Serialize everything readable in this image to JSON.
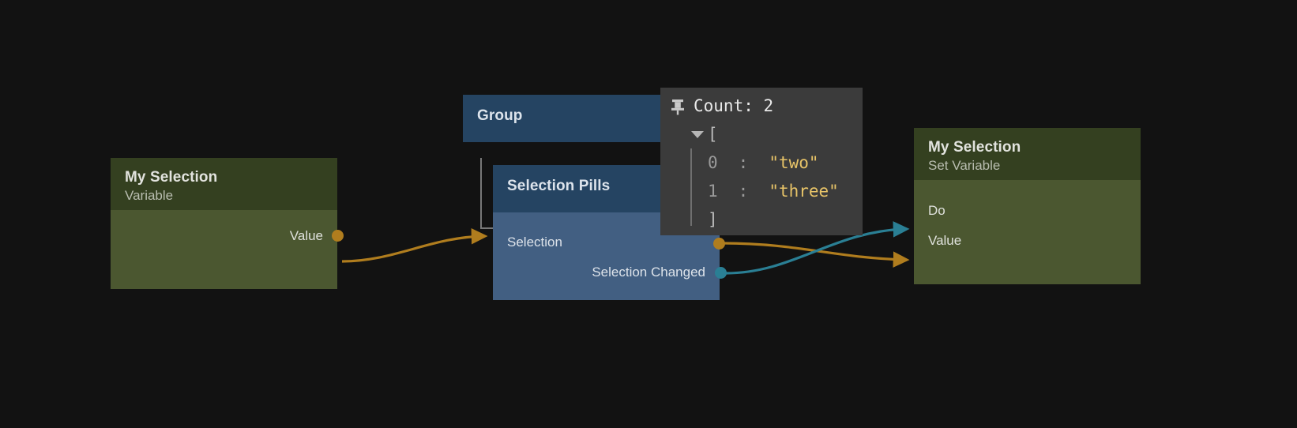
{
  "canvas": {
    "background": "#121212"
  },
  "nodes": {
    "variable": {
      "title": "My Selection",
      "subtitle": "Variable",
      "ports": [
        {
          "name": "Value",
          "label": "Value",
          "direction": "output",
          "type": "data",
          "color": "#b07d1e"
        }
      ]
    },
    "group": {
      "title": "Group"
    },
    "selection_pills": {
      "title": "Selection Pills",
      "ports": [
        {
          "name": "Selection",
          "label": "Selection",
          "direction": "input",
          "type": "data",
          "color": "#b07d1e"
        },
        {
          "name": "Selection Changed",
          "label": "Selection Changed",
          "direction": "output",
          "type": "event",
          "color": "#2a7f94"
        }
      ]
    },
    "set_variable": {
      "title": "My Selection",
      "subtitle": "Set Variable",
      "ports": [
        {
          "name": "Do",
          "label": "Do",
          "direction": "input",
          "type": "event",
          "color": "#2a7f94"
        },
        {
          "name": "Value",
          "label": "Value",
          "direction": "input",
          "type": "data",
          "color": "#b07d1e"
        }
      ]
    }
  },
  "inspector": {
    "pin_icon": "pin-icon",
    "count_label": "Count: 2",
    "count": 2,
    "expanded": true,
    "open_bracket": "[",
    "close_bracket": "]",
    "entries": [
      {
        "index": "0",
        "separator": ":",
        "value": "\"two\""
      },
      {
        "index": "1",
        "separator": ":",
        "value": "\"three\""
      }
    ]
  },
  "connections": [
    {
      "from": "variable.Value",
      "to": "selection_pills.Selection",
      "color": "#b07d1e"
    },
    {
      "from": "selection_pills.Selection",
      "to": "set_variable.Value",
      "color": "#b07d1e"
    },
    {
      "from": "selection_pills.Selection Changed",
      "to": "set_variable.Do",
      "color": "#2a7f94"
    }
  ]
}
